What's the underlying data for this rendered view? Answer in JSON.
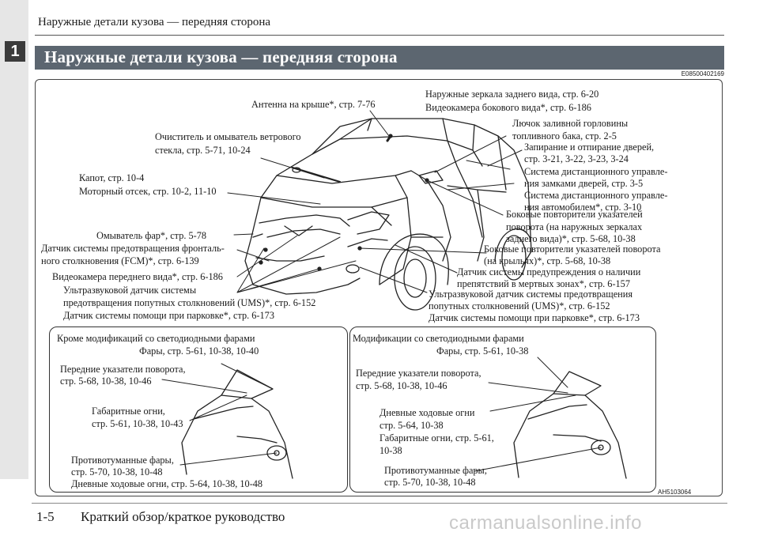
{
  "header": {
    "chapter_number": "1",
    "running_title": "Наружные детали кузова — передняя сторона"
  },
  "section": {
    "title": "Наружные детали кузова — передняя сторона",
    "code": "E08500402169"
  },
  "callouts": {
    "antenna": "Антенна на крыше*, стр. 7-76",
    "mirrors_1": "Наружные зеркала заднего вида, стр. 6-20",
    "mirrors_2": "Видеокамера бокового вида*, стр. 6-186",
    "fuel_1": "Лючок заливной горловины",
    "fuel_2": "топливного бака, стр. 2-5",
    "locks_1": "Запирание и отпирание дверей,",
    "locks_2": "стр. 3-21, 3-22, 3-23, 3-24",
    "locks_3": "Система дистанционного управле-",
    "locks_4": "ния замками дверей, стр. 3-5",
    "locks_5": "Система дистанционного управле-",
    "locks_6": "ния автомобилем*, стр. 3-10",
    "wiper_1": "Очиститель и омыватель ветрового",
    "wiper_2": "стекла, стр. 5-71, 10-24",
    "hood_1": "Капот, стр. 10-4",
    "hood_2": "Моторный отсек, стр. 10-2, 11-10",
    "mirror_rep_1": "Боковые повторители указателей",
    "mirror_rep_2": "поворота (на наружных зеркалах",
    "mirror_rep_3": "заднего вида)*, стр. 5-68, 10-38",
    "fender_rep_1": "Боковые повторители указателей поворота",
    "fender_rep_2": "(на крыльях)*, стр. 5-68, 10-38",
    "washer": "Омыватель фар*, стр. 5-78",
    "fcm_1": "Датчик системы предотвращения фронталь-",
    "fcm_2": "ного столкновения (FCM)*, стр. 6-139",
    "blind_1": "Датчик системы предупреждения о наличии",
    "blind_2": "препятствий в мертвых зонах*, стр. 6-157",
    "front_cam": "Видеокамера переднего вида*, стр. 6-186",
    "ums_left_1": "Ультразвуковой датчик системы",
    "ums_left_2": "предотвращения попутных столкновений (UMS)*, стр. 6-152",
    "ums_left_3": "Датчик системы помощи при парковке*, стр. 6-173",
    "ums_right_1": "Ультразвуковой датчик системы предотвращения",
    "ums_right_2": "попутных столкновений (UMS)*, стр. 6-152",
    "ums_right_3": "Датчик системы помощи при парковке*, стр. 6-173"
  },
  "panel_left": {
    "heading": "Кроме модификаций со светодиодными фарами",
    "headlamps": "Фары, стр. 5-61, 10-38, 10-40",
    "turn_1": "Передние указатели поворота,",
    "turn_2": "стр. 5-68, 10-38, 10-46",
    "position_1": "Габаритные огни,",
    "position_2": "стр. 5-61, 10-38, 10-43",
    "fog_1": "Противотуманные фары,",
    "fog_2": "стр. 5-70, 10-38, 10-48",
    "drl": "Дневные ходовые огни, стр. 5-64, 10-38, 10-48"
  },
  "panel_right": {
    "heading": "Модификации со светодиодными фарами",
    "headlamps": "Фары, стр. 5-61, 10-38",
    "turn_1": "Передние указатели поворота,",
    "turn_2": "стр. 5-68, 10-38, 10-46",
    "drl_1": "Дневные ходовые огни",
    "drl_2": "стр. 5-64, 10-38",
    "position_1": "Габаритные огни, стр. 5-61,",
    "position_2": "10-38",
    "fog_1": "Противотуманные фары,",
    "fog_2": "стр. 5-70, 10-38, 10-48"
  },
  "illustration_code": "AH5103064",
  "footer": {
    "page_number": "1-5",
    "title": "Краткий обзор/краткое руководство",
    "watermark": "carmanualsonline.info"
  }
}
